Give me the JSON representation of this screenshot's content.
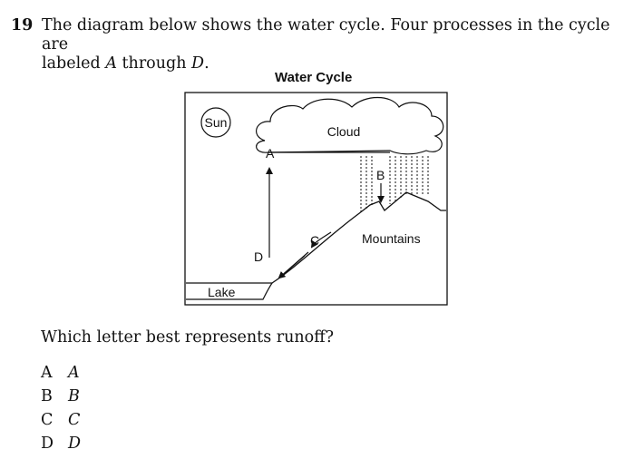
{
  "question": {
    "number": "19",
    "text_line1": "The diagram below shows the water cycle. Four processes in the cycle are",
    "text_line2_pre": "labeled ",
    "text_line2_a": "A",
    "text_line2_mid": " through ",
    "text_line2_d": "D",
    "text_line2_post": "."
  },
  "diagram": {
    "title": "Water Cycle",
    "sun_label": "Sun",
    "cloud_label": "Cloud",
    "mountains_label": "Mountains",
    "lake_label": "Lake",
    "process_labels": {
      "a": "A",
      "b": "B",
      "c": "C",
      "d": "D"
    }
  },
  "prompt": "Which letter best represents runoff?",
  "choices": [
    {
      "letter": "A",
      "text": "A"
    },
    {
      "letter": "B",
      "text": "B"
    },
    {
      "letter": "C",
      "text": "C"
    },
    {
      "letter": "D",
      "text": "D"
    }
  ]
}
